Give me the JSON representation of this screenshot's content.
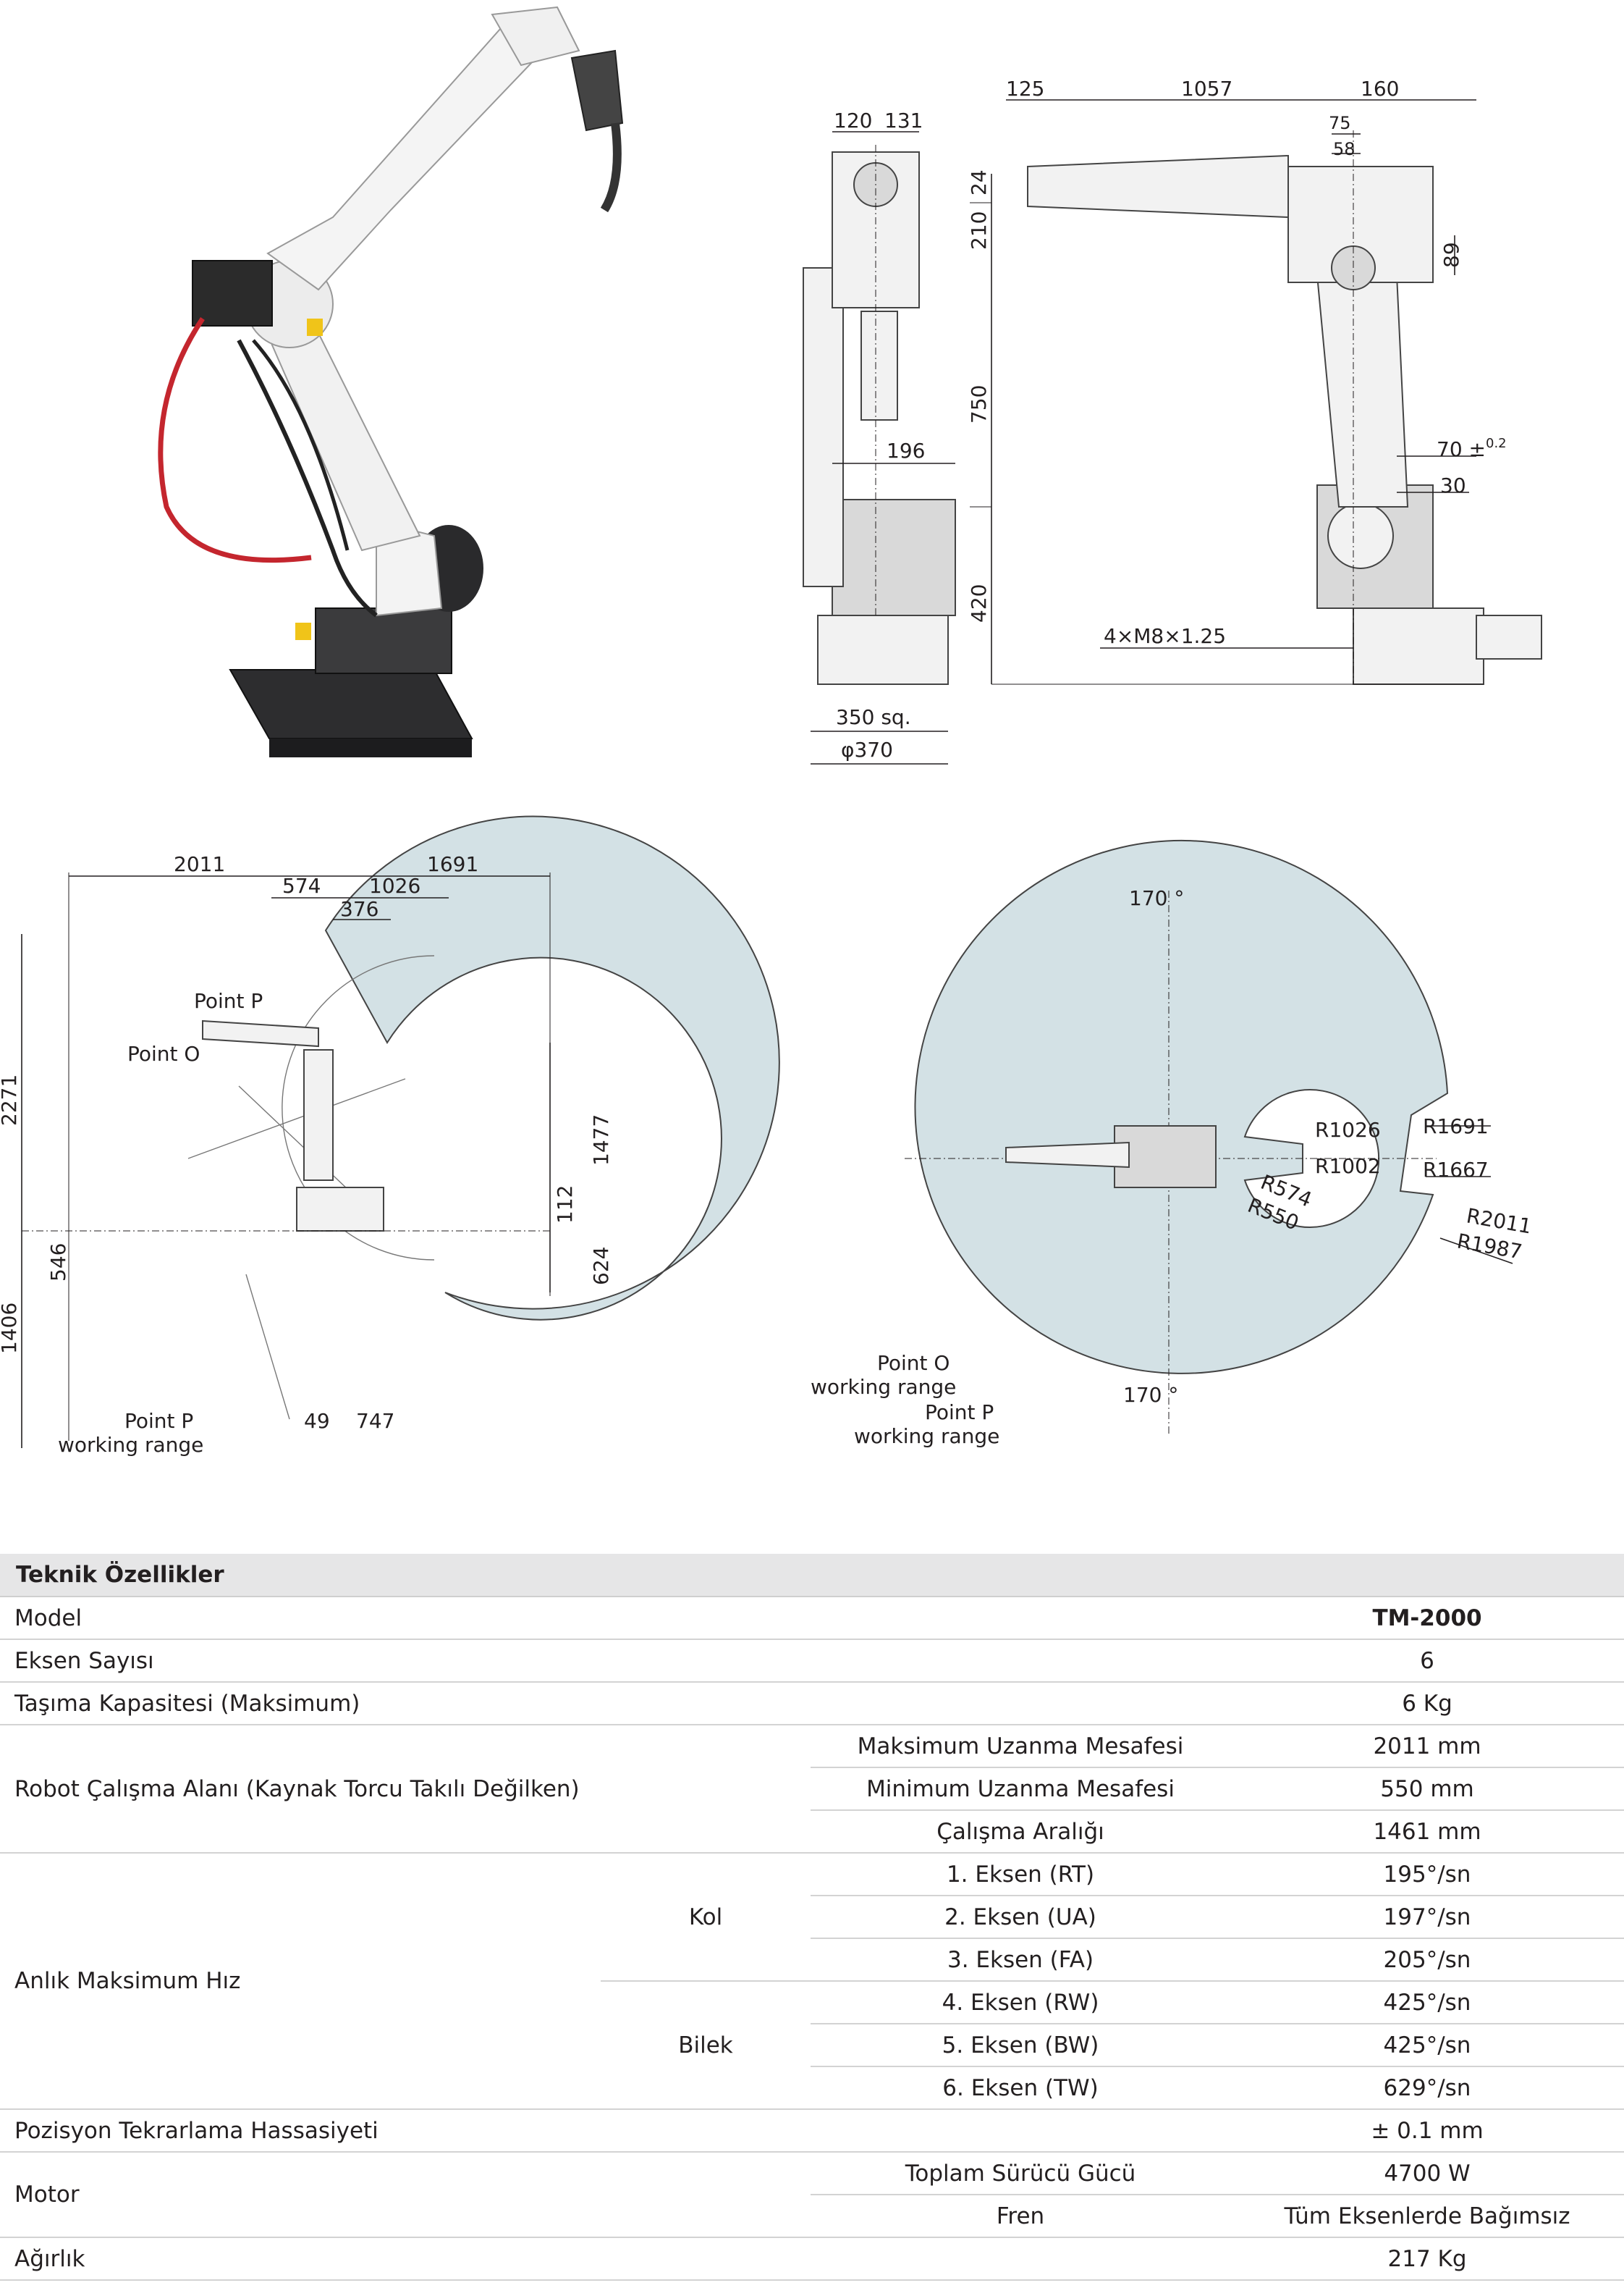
{
  "drawing": {
    "side_view": {
      "dims": [
        "120",
        "131",
        "24",
        "210",
        "750",
        "420",
        "196",
        "350 sq.",
        "φ370"
      ]
    },
    "front_view": {
      "dims": [
        "125",
        "1057",
        "160",
        "75",
        "58",
        "89",
        "30",
        "4×M8×1.25"
      ],
      "dim_70": "70 ±",
      "dim_70_tol": "0.2"
    },
    "working_range_side": {
      "dims": [
        "2011",
        "574",
        "1026",
        "1691",
        "376",
        "2271",
        "1477",
        "112",
        "624",
        "546",
        "1406",
        "49",
        "747"
      ],
      "labels": [
        "Point P",
        "Point O",
        "Point P",
        "working range"
      ]
    },
    "working_range_top": {
      "angle_top": "170 °",
      "angle_bottom": "170 °",
      "radii": [
        "R1026",
        "R1002",
        "R574",
        "R550",
        "R1691",
        "R1667",
        "R2011",
        "R1987"
      ],
      "labels": [
        "Point O",
        "working range",
        "Point P",
        "working range"
      ]
    }
  },
  "specs": {
    "title": "Teknik Özellikler",
    "model_label": "Model",
    "model_value": "TM-2000",
    "axes_label": "Eksen Sayısı",
    "axes_value": "6",
    "payload_label": "Taşıma Kapasitesi (Maksimum)",
    "payload_value": "6 Kg",
    "range_label": "Robot Çalışma Alanı (Kaynak Torcu Takılı Değilken)",
    "range_rows": [
      {
        "name": "Maksimum Uzanma Mesafesi",
        "value": "2011 mm"
      },
      {
        "name": "Minimum Uzanma Mesafesi",
        "value": "550 mm"
      },
      {
        "name": "Çalışma Aralığı",
        "value": "1461 mm"
      }
    ],
    "speed_label": "Anlık Maksimum Hız",
    "arm_label": "Kol",
    "wrist_label": "Bilek",
    "speed_rows": [
      {
        "name": "1. Eksen (RT)",
        "value": "195°/sn"
      },
      {
        "name": "2. Eksen (UA)",
        "value": "197°/sn"
      },
      {
        "name": "3. Eksen (FA)",
        "value": "205°/sn"
      },
      {
        "name": "4. Eksen (RW)",
        "value": "425°/sn"
      },
      {
        "name": "5. Eksen (BW)",
        "value": "425°/sn"
      },
      {
        "name": "6. Eksen (TW)",
        "value": "629°/sn"
      }
    ],
    "repeat_label": "Pozisyon Tekrarlama Hassasiyeti",
    "repeat_value": "± 0.1 mm",
    "motor_label": "Motor",
    "motor_rows": [
      {
        "name": "Toplam Sürücü Gücü",
        "value": "4700 W"
      },
      {
        "name": "Fren",
        "value": "Tüm Eksenlerde Bağımsız"
      }
    ],
    "weight_label": "Ağırlık",
    "weight_value": "217 Kg"
  }
}
